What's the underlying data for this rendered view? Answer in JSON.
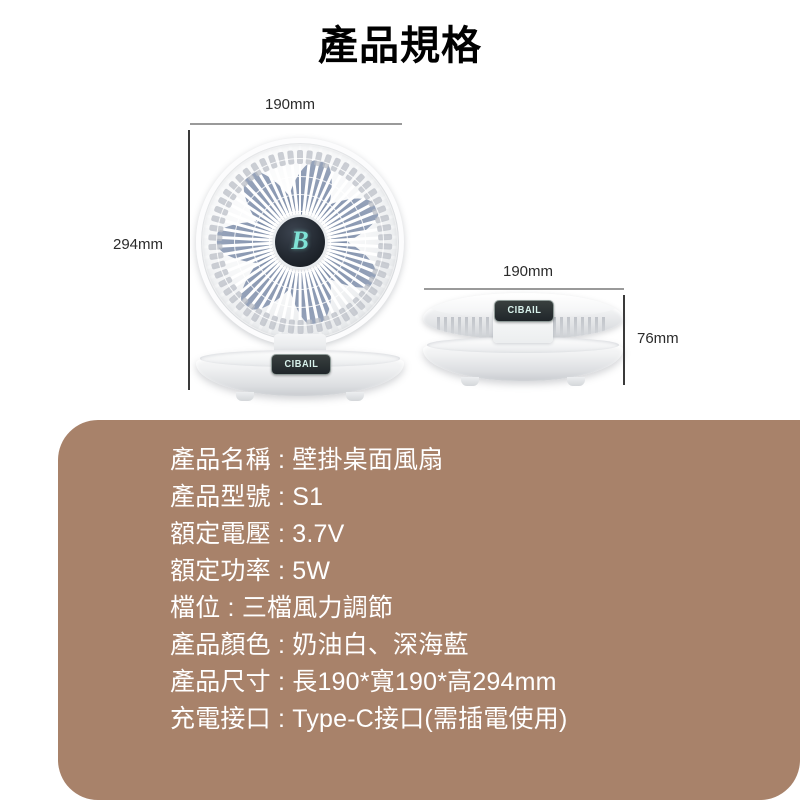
{
  "page": {
    "title": "產品規格",
    "panel_color": "#a8826a",
    "text_color": "#ffffff"
  },
  "figure": {
    "upright": {
      "width_label": "190mm",
      "height_label": "294mm",
      "hub_logo": "B",
      "brand": "CIBAIL",
      "blade_color": "#7c8ca8",
      "body_color": "#f2f3f4",
      "hub_logo_color": "#7fe3d6"
    },
    "folded": {
      "width_label": "190mm",
      "height_label": "76mm",
      "brand": "CIBAIL"
    }
  },
  "specs": [
    "產品名稱 : 壁掛桌面風扇",
    "產品型號 : S1",
    "額定電壓 : 3.7V",
    "額定功率 : 5W",
    "檔位 : 三檔風力調節",
    "產品顏色 : 奶油白、深海藍",
    "產品尺寸 : 長190*寬190*高294mm",
    "充電接口 : Type-C接口(需插電使用)"
  ]
}
